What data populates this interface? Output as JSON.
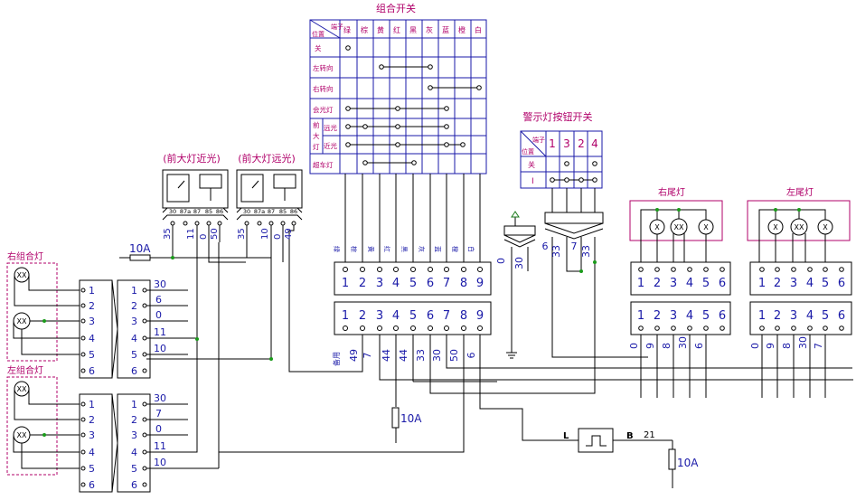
{
  "combo_switch": {
    "title": "组合开关",
    "header_terminal": "端子",
    "header_position": "位置",
    "colors": [
      "绿",
      "棕",
      "黄",
      "红",
      "黑",
      "灰",
      "蓝",
      "橙",
      "白"
    ],
    "rows": [
      "关",
      "左转向",
      "右转向",
      "会光灯",
      "远光",
      "近光",
      "超车灯"
    ],
    "headlight_group": [
      "前",
      "大",
      "灯"
    ],
    "terminals": [
      "1",
      "2",
      "3",
      "4",
      "5",
      "6",
      "7",
      "8",
      "9"
    ],
    "wire_colors": [
      "绿",
      "棕",
      "黄",
      "红",
      "黑",
      "灰",
      "蓝",
      "橙",
      "白"
    ]
  },
  "hazard_switch": {
    "title": "警示灯按钮开关",
    "header_terminal": "端子",
    "header_position": "位置",
    "cols": [
      "1",
      "3",
      "2",
      "4"
    ],
    "rows": [
      "关",
      "I"
    ],
    "bottom_nums": [
      "6",
      "33",
      "7",
      "33"
    ]
  },
  "relay_low": {
    "title": "(前大灯近光)",
    "pins": [
      "30",
      "87a",
      "87",
      "85",
      "86"
    ],
    "wire_nums": [
      "35",
      "11",
      "0",
      "50"
    ]
  },
  "relay_high": {
    "title": "(前大灯远光)",
    "pins": [
      "30",
      "87a",
      "87",
      "85",
      "86"
    ],
    "wire_nums": [
      "35",
      "10",
      "0",
      "49"
    ]
  },
  "right_combo_lamp": {
    "title": "右组合灯"
  },
  "left_combo_lamp": {
    "title": "左组合灯"
  },
  "right_tail_lamp": {
    "title": "右尾灯"
  },
  "left_tail_lamp": {
    "title": "左尾灯"
  },
  "connector": {
    "pins6": [
      "1",
      "2",
      "3",
      "4",
      "5",
      "6"
    ],
    "pins9": [
      "1",
      "2",
      "3",
      "4",
      "5",
      "6",
      "7",
      "8",
      "9"
    ]
  },
  "right_combo_wires": [
    "30",
    "6",
    "0",
    "11",
    "10"
  ],
  "left_combo_wires": [
    "30",
    "7",
    "0",
    "11",
    "10"
  ],
  "combo_plug_bottom_labels": [
    "备用",
    "49",
    "7",
    "44",
    "44",
    "33",
    "30",
    "50",
    "6"
  ],
  "right_tail_wires": [
    "0",
    "9",
    "8",
    "30",
    "6"
  ],
  "left_tail_wires": [
    "0",
    "9",
    "8",
    "30",
    "7"
  ],
  "fuse_10a": "10A",
  "flasher": {
    "l_label": "L",
    "b_label": "B",
    "wire": "21"
  },
  "small_connector_wires": [
    "0",
    "30"
  ]
}
